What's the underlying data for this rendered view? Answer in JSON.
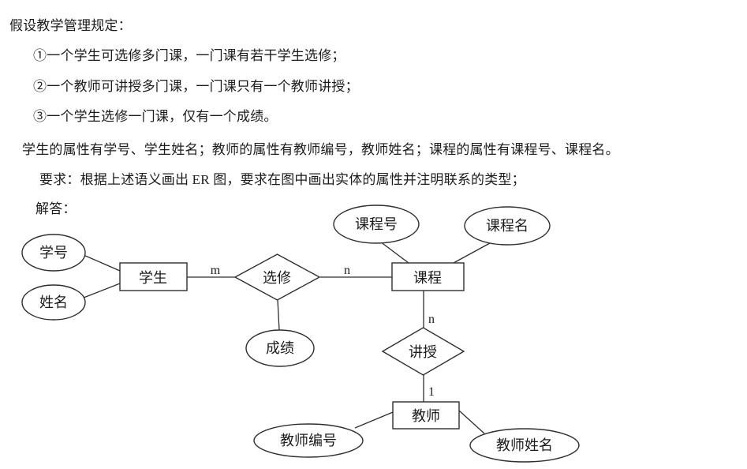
{
  "document": {
    "lines": [
      "假设教学管理规定：",
      "①一个学生可选修多门课，一门课有若干学生选修；",
      "②一个教师可讲授多门课，一门课只有一个教师讲授；",
      "③一个学生选修一门课，仅有一个成绩。",
      "学生的属性有学号、学生姓名；教师的属性有教师编号，教师姓名；课程的属性有课程号、课程名。",
      "要求：根据上述语义画出 ER 图，要求在图中画出实体的属性并注明联系的类型；",
      "解答："
    ]
  },
  "diagram": {
    "entities": {
      "student": "学生",
      "course": "课程",
      "teacher": "教师"
    },
    "relationships": {
      "enrolls": "选修",
      "teaches": "讲授"
    },
    "attributes": {
      "student_no": "学号",
      "student_name": "姓名",
      "course_no": "课程号",
      "course_name": "课程名",
      "score": "成绩",
      "teacher_no": "教师编号",
      "teacher_name": "教师姓名"
    },
    "cardinalities": {
      "student_enrolls": "m",
      "enrolls_course": "n",
      "course_teaches": "n",
      "teaches_teacher": "1"
    },
    "colors": {
      "background": "#ffffff",
      "ink": "#1c1c1c",
      "line": "#2e2e2e"
    }
  }
}
